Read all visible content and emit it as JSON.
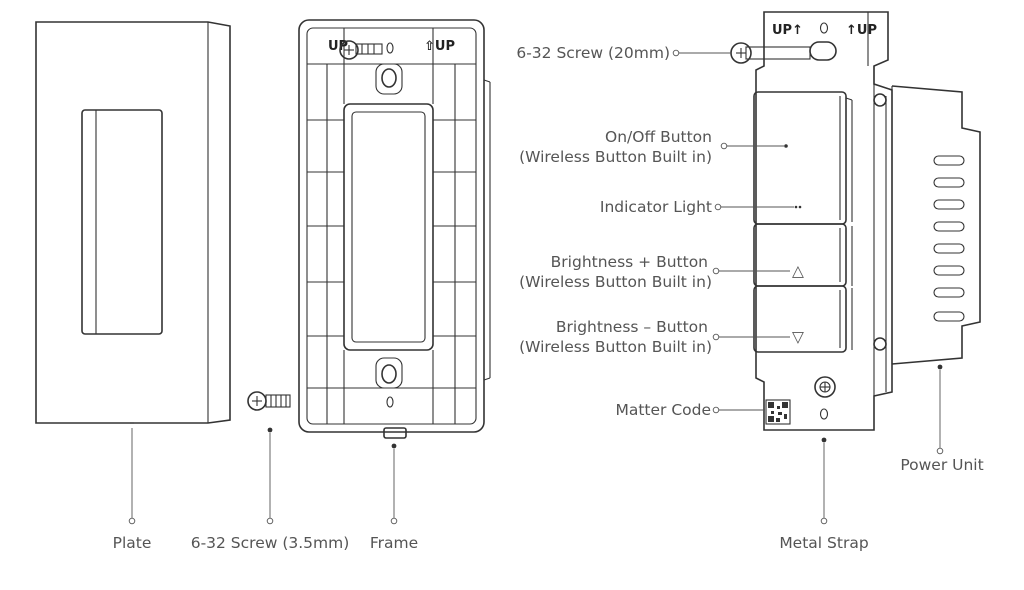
{
  "labels": {
    "plate": "Plate",
    "screw_short": "6-32 Screw (3.5mm)",
    "frame": "Frame",
    "screw_long": "6-32 Screw (20mm)",
    "onoff_line1": "On/Off Button",
    "onoff_line2": "(Wireless Button Built in)",
    "indicator": "Indicator Light",
    "bplus_line1": "Brightness + Button",
    "bplus_line2": "(Wireless Button Built in)",
    "bminus_line1": "Brightness – Button",
    "bminus_line2": "(Wireless Button Built in)",
    "matter_code": "Matter Code",
    "metal_strap": "Metal Strap",
    "power_unit": "Power Unit"
  },
  "markings": {
    "frame_left": "UP",
    "frame_right": "⇧UP",
    "switch_left": "UP↑",
    "switch_right": "↑UP",
    "plus_symbol": "△",
    "minus_symbol": "▽"
  }
}
